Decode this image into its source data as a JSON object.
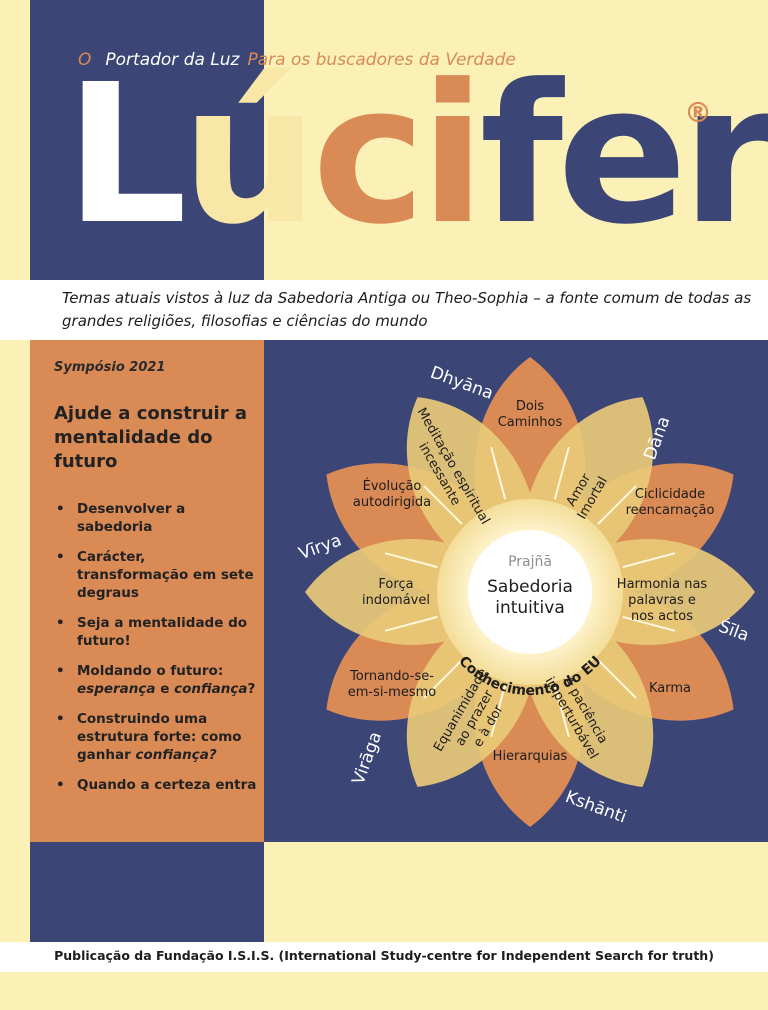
{
  "masthead": {
    "tagline_o": "O",
    "tagline_portador": "Portador da Luz",
    "tagline_buscadores": "Para os buscadores da Verdade",
    "logo_L": "L",
    "logo_u": "ú",
    "logo_c": "c",
    "logo_i": "i",
    "logo_fer": "fer",
    "registered": "®"
  },
  "subtitle": "Temas atuais vistos à luz da Sabedoria Antiga ou Theo-Sophia – a fonte comum de todas as grandes religiões, filosofias e ciências do mundo",
  "sidebar": {
    "event": "Sympósio 2021",
    "headline": "Ajude a construir a mentalidade do futuro",
    "topics": [
      {
        "pre": "Desenvolver a sabedoria",
        "em": "",
        "mid": "",
        "em2": "",
        "post": ""
      },
      {
        "pre": "Carácter, transformação em sete degraus",
        "em": "",
        "mid": "",
        "em2": "",
        "post": ""
      },
      {
        "pre": "Seja a mentalidade do futuro!",
        "em": "",
        "mid": "",
        "em2": "",
        "post": ""
      },
      {
        "pre": "Moldando o futuro: ",
        "em": "esperança",
        "mid": " e ",
        "em2": "confiança",
        "post": "?"
      },
      {
        "pre": "Construindo uma estrutura forte: como ganhar ",
        "em": "confiança?",
        "mid": "",
        "em2": "",
        "post": ""
      },
      {
        "pre": "Quando a certeza entra",
        "em": "",
        "mid": "",
        "em2": "",
        "post": ""
      }
    ]
  },
  "diagram": {
    "center": {
      "top": "Prajñā",
      "line1": "Sabedoria",
      "line2": "intuitiva"
    },
    "ring_label": "Conhecimento do EU",
    "outer_labels": [
      "Dhyāna",
      "Dāna",
      "Śīla",
      "Kshānti",
      "Virāga",
      "Vīrya"
    ],
    "orange_petals": [
      [
        "Dois",
        "Caminhos"
      ],
      [
        "Ciclicidade",
        "reencarnação"
      ],
      [
        "Karma"
      ],
      [
        "Hierarquias"
      ],
      [
        "Tornando-se-",
        "em-si-mesmo"
      ],
      [
        "Évolução",
        "autodirigida"
      ]
    ],
    "yellow_petals": [
      [
        "Amor",
        "Imortal"
      ],
      [
        "Harmonia nas",
        "palavras e",
        "nos actos"
      ],
      [
        "A paciência",
        "imperturbável"
      ],
      [
        "Equanimidade",
        "ao prazer",
        "e à dor"
      ],
      [
        "Força",
        "indomável"
      ],
      [
        "Meditação espiritual",
        "incessante"
      ]
    ]
  },
  "footer": "Publicação da Fundação I.S.I.S. (International Study-centre for Independent Search for truth)",
  "colors": {
    "navy": "#3b4677",
    "orange": "#d98a55",
    "cream": "#fbf0b6",
    "petal_yellow": "#e9c978"
  }
}
